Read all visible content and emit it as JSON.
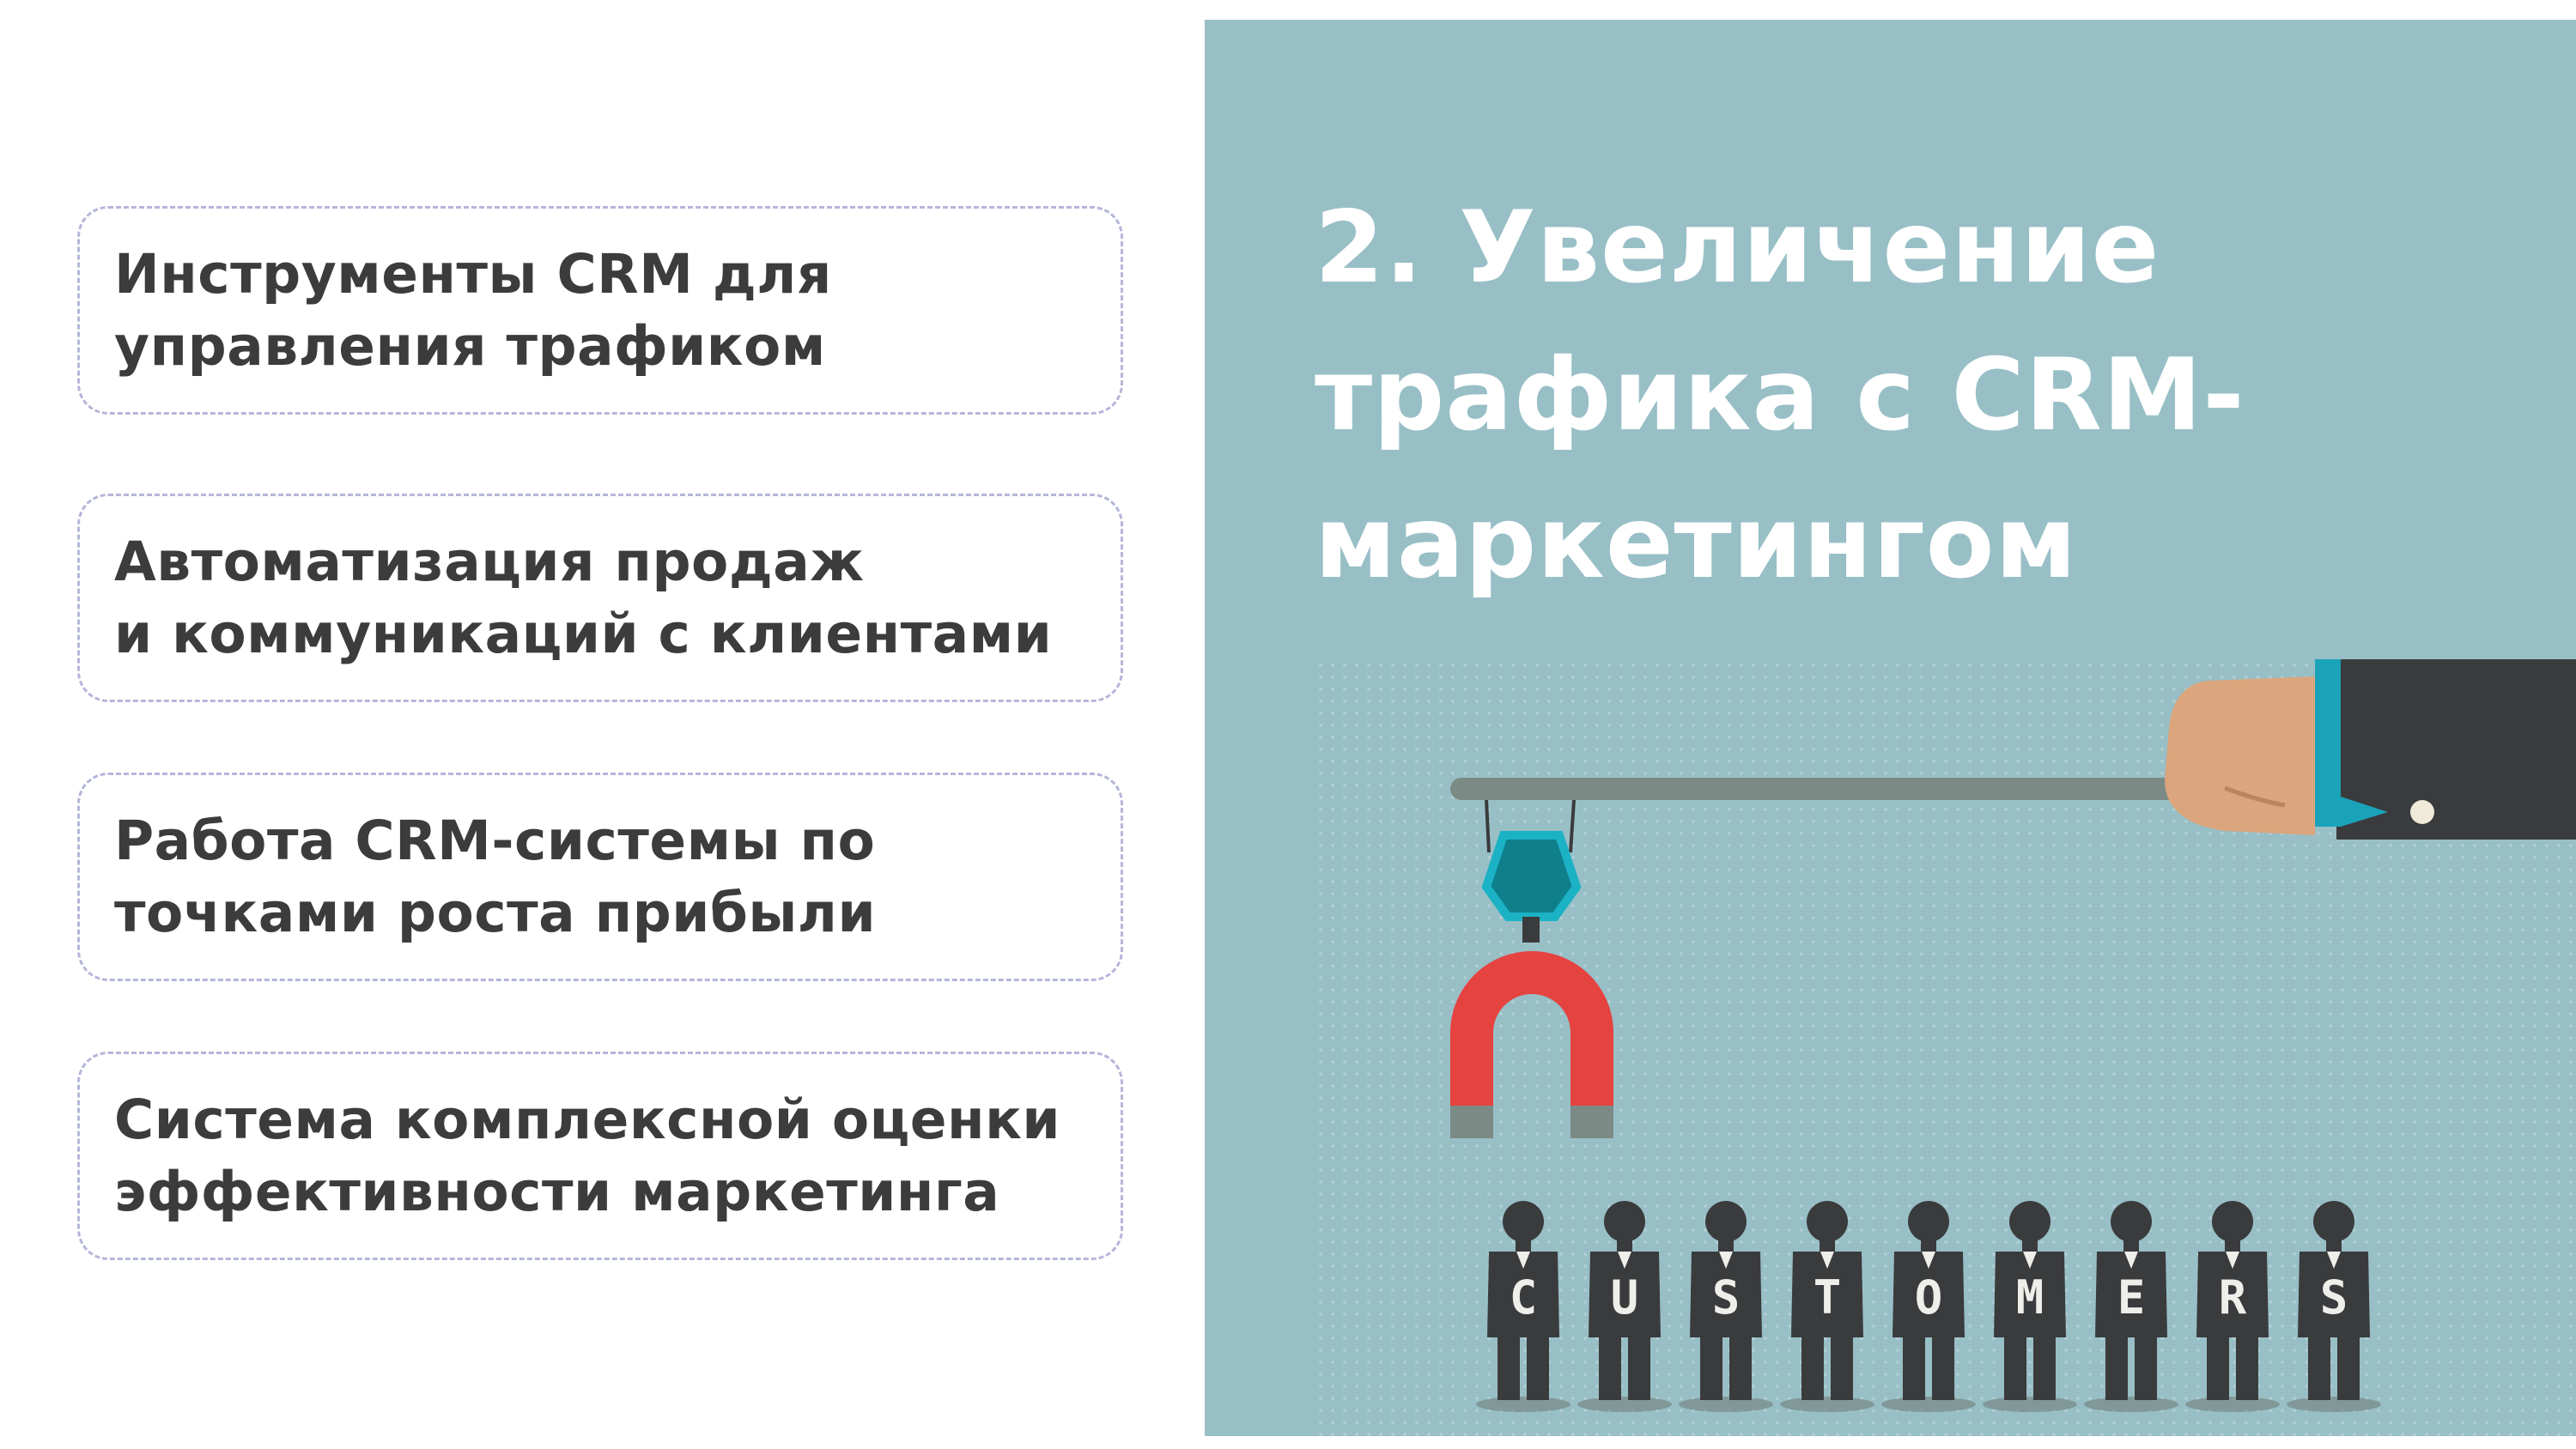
{
  "cards": [
    {
      "text": "Инструменты CRM для\nуправления трафиком"
    },
    {
      "text": "Автоматизация продаж\nи коммуникаций с клиентами"
    },
    {
      "text": "Работа CRM-системы по\nточками роста прибыли"
    },
    {
      "text": "Система комплексной оценки\nэффективности маркетинга"
    }
  ],
  "panel": {
    "title": "2. Увеличение\nтрафика с CRM-\nмаркетингом",
    "customers": [
      "C",
      "U",
      "S",
      "T",
      "O",
      "M",
      "E",
      "R",
      "S"
    ]
  },
  "colors": {
    "panel_bg": "#98bfc6",
    "card_border": "#b4b6d9",
    "magnet_red": "#e54340",
    "hand_skin": "#dba57d",
    "suit": "#3a3b3d",
    "cuff_teal": "#1aa3b8"
  }
}
